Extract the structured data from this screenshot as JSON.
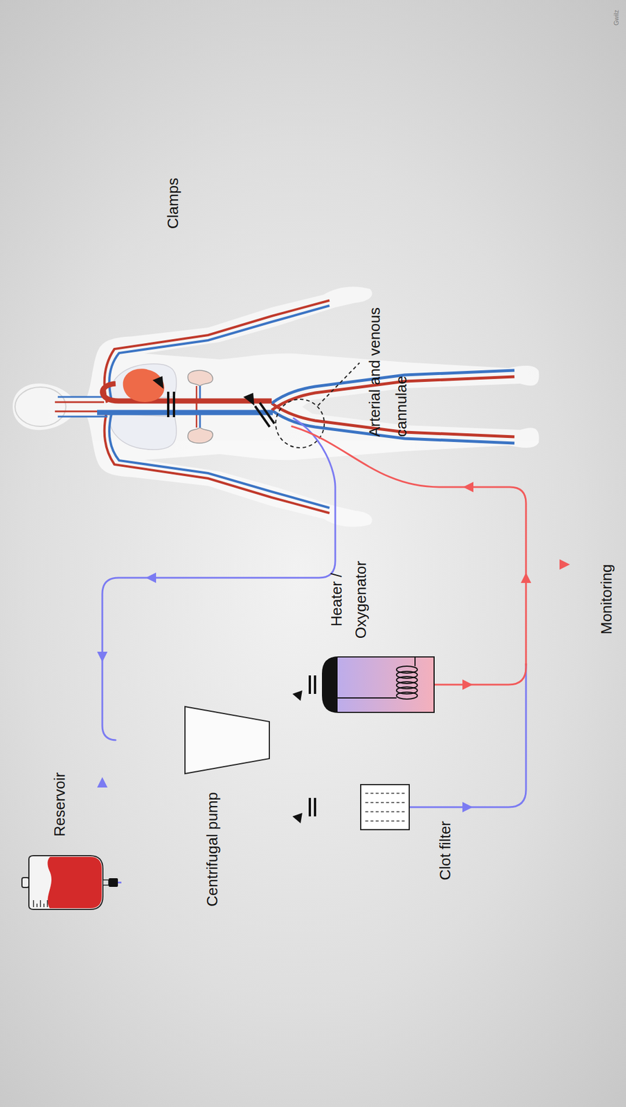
{
  "diagram": {
    "nodes": [
      {
        "text": [
          "Reservoir"
        ]
      },
      {
        "text": [
          "Centrifugal pump"
        ]
      },
      {
        "text": [
          "Clot filter"
        ]
      },
      {
        "text": [
          "Heater / Oxygenator"
        ]
      }
    ],
    "edges": [
      {
        "from": 0,
        "to": 1,
        "arrow": "to"
      },
      {
        "from": 1,
        "to": 2,
        "arrow": "none"
      },
      {
        "from": 1,
        "to": 3,
        "arrow": "none"
      }
    ],
    "labels": [
      "Clamps",
      "Arterial and venous cannulae",
      "Monitoring",
      "Gwilz"
    ]
  }
}
